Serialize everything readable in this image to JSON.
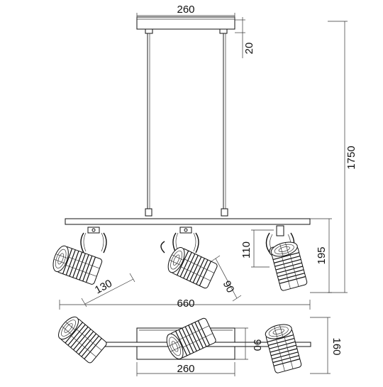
{
  "dimensions": {
    "canopy_width": "260",
    "canopy_height": "20",
    "total_height": "1750",
    "bar_length": "660",
    "head_length": "130",
    "head_diameter": "90",
    "arm_height": "110",
    "fixture_height": "195",
    "base_width": "260",
    "base_depth": "90",
    "top_depth": "160"
  }
}
